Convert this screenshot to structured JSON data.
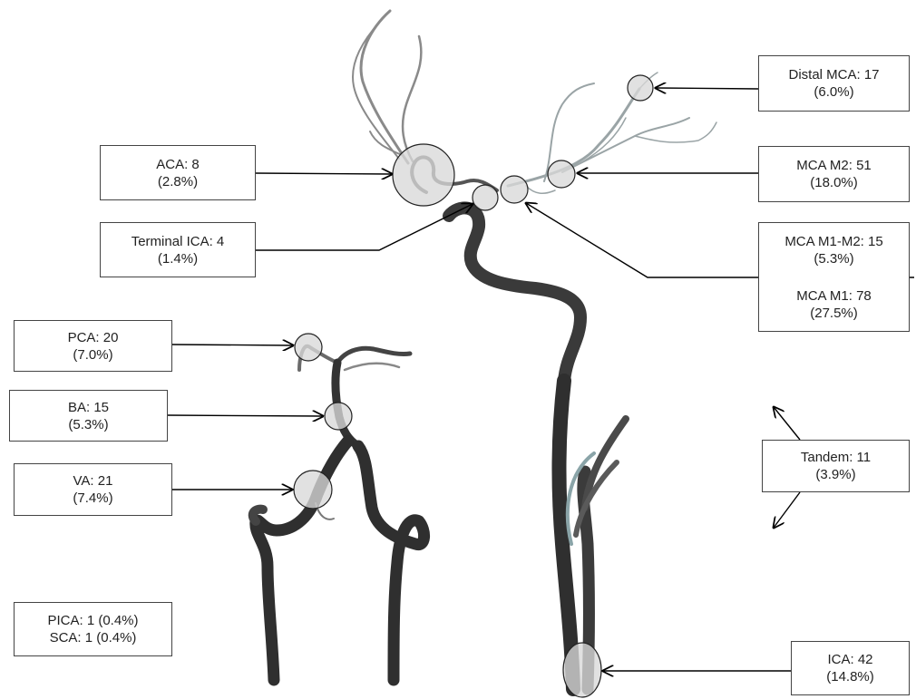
{
  "labels": {
    "distal_mca": {
      "name": "Distal MCA: 17",
      "pct": "(6.0%)"
    },
    "aca": {
      "name": "ACA: 8",
      "pct": "(2.8%)"
    },
    "mca_m2": {
      "name": "MCA M2: 51",
      "pct": "(18.0%)"
    },
    "terminal_ica": {
      "name": "Terminal ICA: 4",
      "pct": "(1.4%)"
    },
    "mca_m1_m2": {
      "name": "MCA M1-M2: 15",
      "pct": "(5.3%)"
    },
    "mca_m1": {
      "name": "MCA M1: 78",
      "pct": "(27.5%)"
    },
    "pca": {
      "name": "PCA: 20",
      "pct": "(7.0%)"
    },
    "ba": {
      "name": "BA: 15",
      "pct": "(5.3%)"
    },
    "va": {
      "name": "VA: 21",
      "pct": "(7.4%)"
    },
    "tandem": {
      "name": "Tandem: 11",
      "pct": "(3.9%)"
    },
    "pica": {
      "name": "PICA: 1 (0.4%)"
    },
    "sca": {
      "name": "SCA: 1 (0.4%)"
    },
    "ica": {
      "name": "ICA: 42",
      "pct": "(14.8%)"
    }
  },
  "colors": {
    "vessel": "#4a4a4a",
    "vessel_dark": "#2b2b2b",
    "faint_vessel": "#9aa4a6",
    "marker_fill": "#d9d9d9",
    "line": "#000000"
  }
}
